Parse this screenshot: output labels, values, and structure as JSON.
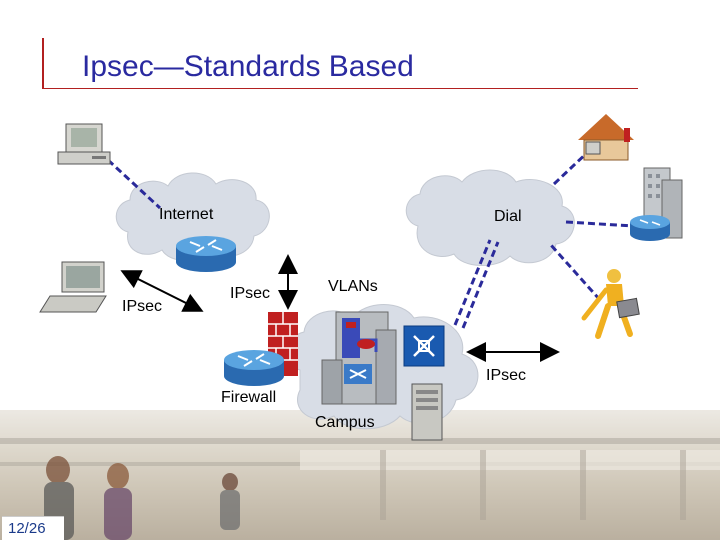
{
  "slide": {
    "title": "Ipsec—Standards Based",
    "page_number": "12/26"
  },
  "diagram": {
    "labels": {
      "internet": "Internet",
      "dial": "Dial",
      "ipsec_left": "IPsec",
      "ipsec_center": "IPsec",
      "vlans": "VLANs",
      "ipsec_right": "IPsec",
      "firewall": "Firewall",
      "campus": "Campus"
    },
    "icons": [
      "desktop-computer-icon",
      "laptop-icon",
      "router-icon",
      "firewall-icon",
      "layer3-switch-icon",
      "multilayer-switch-icon",
      "server-icon",
      "home-office-icon",
      "office-building-icon",
      "mobile-worker-icon"
    ],
    "colors": {
      "title": "#2a2aa0",
      "title_rule": "#b22020",
      "cloud": "#d8dde6",
      "router": "#3a8ad0",
      "dashed_link": "#2a2a9a",
      "firewall_brick": "#c02020",
      "page_number": "#1a3a8a"
    }
  }
}
